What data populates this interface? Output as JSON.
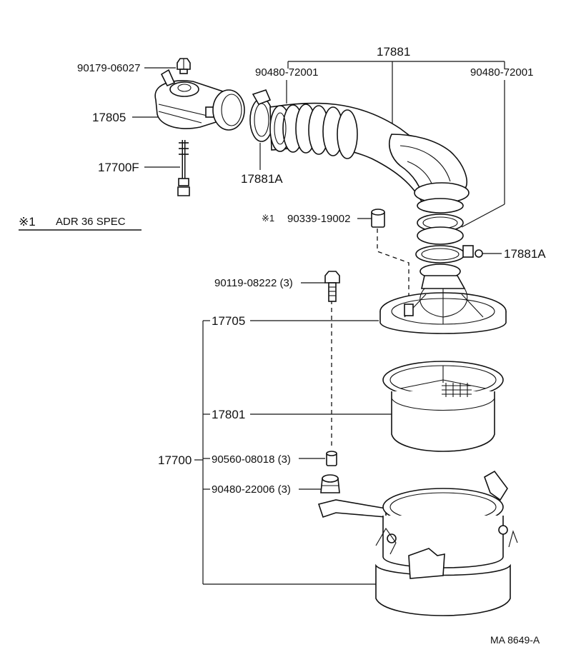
{
  "labels": {
    "p17881": "17881",
    "p90480_72001_left": "90480-72001",
    "p90480_72001_right": "90480-72001",
    "p90179_06027": "90179-06027",
    "p17805": "17805",
    "p17700F": "17700F",
    "p17881A_top": "17881A",
    "spec_mark": "※1",
    "spec_text": "ADR 36 SPEC",
    "spec_mark_small": "※1",
    "p90339_19002": "90339-19002",
    "p17881A_right": "17881A",
    "p90119_08222": "90119-08222 (3)",
    "p17705": "17705",
    "p17801": "17801",
    "p17700": "17700",
    "p90560_08018": "90560-08018 (3)",
    "p90480_22006": "90480-22006 (3)",
    "ref_code": "MA  8649-A"
  }
}
